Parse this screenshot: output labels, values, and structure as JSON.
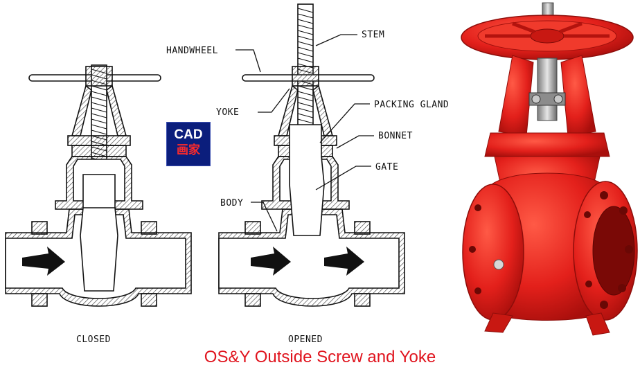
{
  "labels": {
    "stem": "STEM",
    "handwheel": "HANDWHEEL",
    "yoke": "YOKE",
    "packing_gland": "PACKING GLAND",
    "bonnet": "BONNET",
    "gate": "GATE",
    "body": "BODY"
  },
  "captions": {
    "closed": "CLOSED",
    "opened": "OPENED"
  },
  "badge": {
    "line1": "CAD",
    "line2": "画家"
  },
  "title": "OS&Y  Outside Screw and Yoke",
  "colors": {
    "title": "#e0141e",
    "badge_bg": "#0b1e7c",
    "valve_red": "#e3201b",
    "line": "#111111",
    "hatch": "#444444"
  }
}
